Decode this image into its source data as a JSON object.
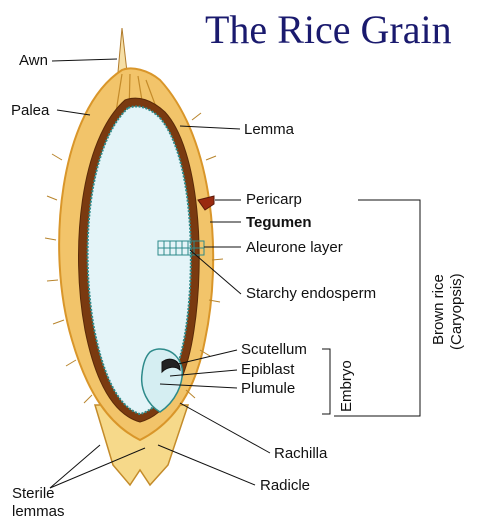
{
  "title": "The Rice Grain",
  "labels": {
    "awn": "Awn",
    "palea": "Palea",
    "lemma": "Lemma",
    "pericarp": "Pericarp",
    "tegumen": "Tegumen",
    "aleurone_layer": "Aleurone layer",
    "starchy_endosperm": "Starchy endosperm",
    "scutellum": "Scutellum",
    "epiblast": "Epiblast",
    "plumule": "Plumule",
    "rachilla": "Rachilla",
    "radicle": "Radicle",
    "sterile_lemmas_line1": "Sterile",
    "sterile_lemmas_line2": "lemmas",
    "embryo": "Embryo",
    "brown_rice": "Brown rice",
    "caryopsis": "(Caryopsis)"
  },
  "colors": {
    "title": "#1a1a6e",
    "husk": "#f2c46a",
    "husk_dark": "#d9962a",
    "seed_coat": "#7a3a10",
    "endosperm": "#e4f4f8",
    "aleurone": "#2d8a8a",
    "line": "#111111"
  }
}
